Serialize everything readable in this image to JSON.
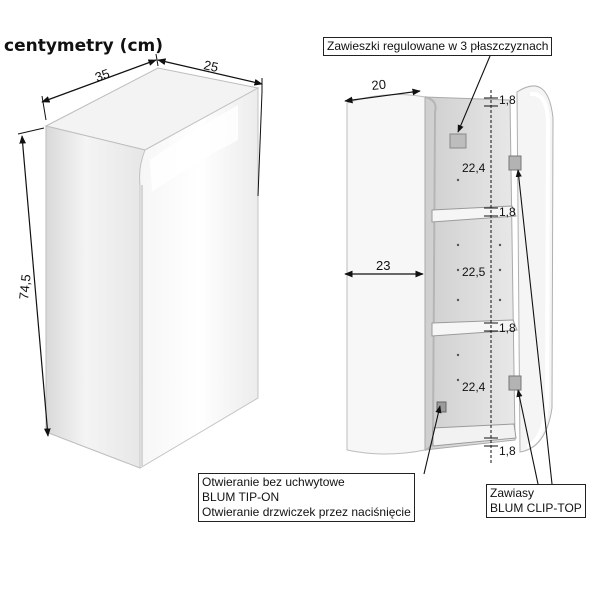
{
  "title": "centymetry (cm)",
  "dimensions": {
    "width": "35",
    "depth": "25",
    "height": "74,5",
    "open_body_width": "20",
    "inner_width": "23",
    "shelf_thickness": [
      "1,8",
      "1,8",
      "1,8",
      "1,8"
    ],
    "compartment_heights": [
      "22,4",
      "22,5",
      "22,4"
    ]
  },
  "callouts": {
    "hangers": "Zawieszki regulowane w 3 płaszczyznach",
    "tipon": [
      "Otwieranie bez uchwytowe",
      "BLUM TIP-ON",
      "Otwieranie drzwiczek przez naciśnięcie"
    ],
    "hinges": [
      "Zawiasy",
      "BLUM CLIP-TOP"
    ]
  },
  "colors": {
    "cabinet": "#ffffff",
    "cabinet_shade": "#e9e9e9",
    "interior": "#dcdcdc",
    "line": "#111111"
  }
}
